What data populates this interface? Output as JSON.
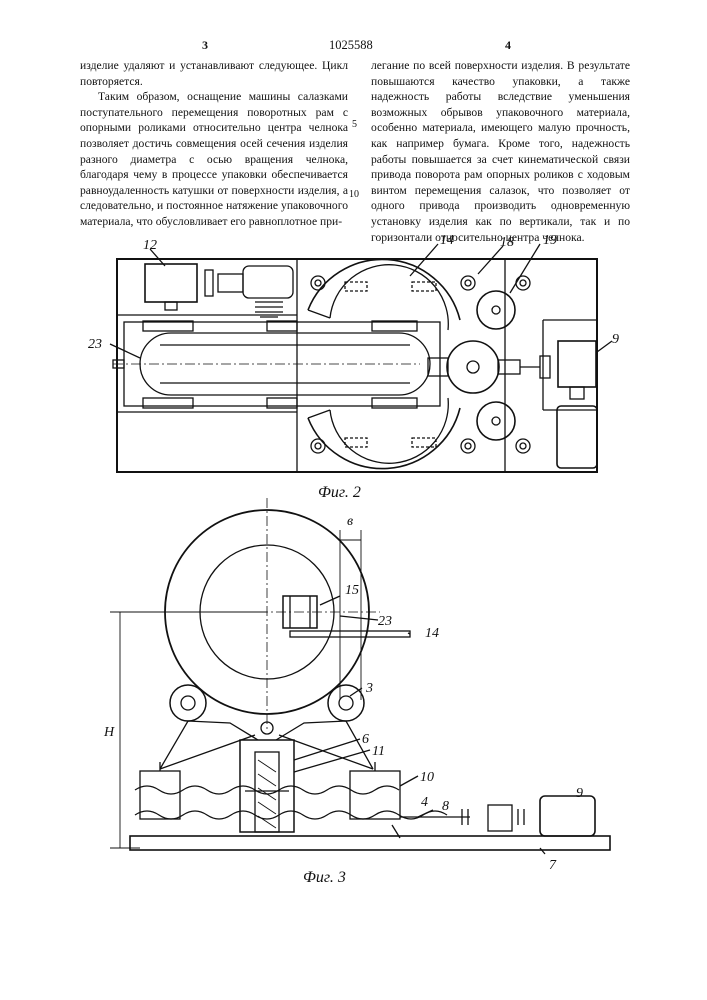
{
  "header": {
    "page_left": "3",
    "patent_number": "1025588",
    "page_right": "4"
  },
  "col_left": {
    "paragraphs": [
      "изделие удаляют и устанавливают следующее. Цикл повторяется.",
      "Таким образом, оснащение машины салазками поступательного перемещения поворотных рам с опорными роликами относительно центра челнока позволяет достичь совмещения осей сечения изделия разного диаметра с осью вращения челнока, благодаря чему в процессе упаковки обеспечивается равноудаленность катушки от поверхности изделия, а следовательно, и постоянное натяжение упаковочного материала, что обусловливает его равноплотное при-"
    ]
  },
  "col_right": {
    "paragraphs": [
      "легание по всей поверхности изделия. В результате повышаются качество упаковки, а также надежность работы вследствие уменьшения возможных обрывов упаковочного материала, особенно материала, имеющего малую прочность, как например бумага. Кроме того, надежность работы повышается за счет кинематической связи привода поворота рам опорных роликов с ходовым винтом перемещения салазок, что позволяет от одного привода производить одновременную установку изделия как по вертикали, так и по горизонтали относительно центра челнока."
    ]
  },
  "line_numbers": [
    "5",
    "10"
  ],
  "figure2": {
    "caption": "Фиг. 2",
    "labels": {
      "l12": "12",
      "l14": "14",
      "l18": "18",
      "l19": "19",
      "l23": "23",
      "l9": "9"
    }
  },
  "figure3": {
    "caption": "Фиг. 3",
    "labels": {
      "lB": "в",
      "l15": "15",
      "l23": "23",
      "l14": "14",
      "l3": "3",
      "lH": "H",
      "l6": "6",
      "l11": "11",
      "l10": "10",
      "l9": "9",
      "l4": "4",
      "l8": "8",
      "l7": "7"
    }
  }
}
